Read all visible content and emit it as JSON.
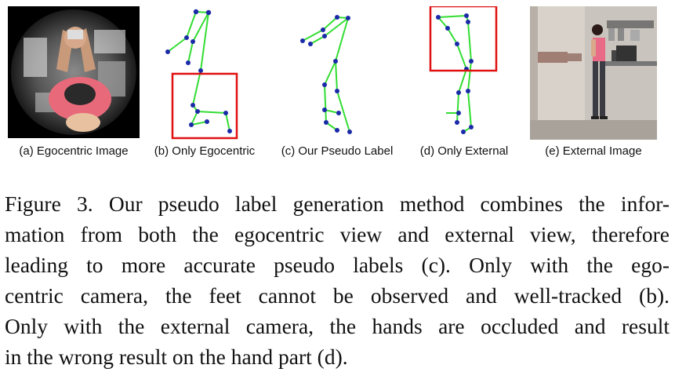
{
  "panels": [
    {
      "label": "(a) Egocentric Image"
    },
    {
      "label": "(b) Only Egocentric"
    },
    {
      "label": "(c) Our Pseudo Label"
    },
    {
      "label": "(d) Only External"
    },
    {
      "label": "(e) External Image"
    }
  ],
  "caption": {
    "lines": [
      "Figure 3. Our pseudo label generation method combines the infor-",
      "mation from both the egocentric view and external view, therefore",
      "leading to more accurate pseudo labels (c).  Only with the ego-",
      "centric camera, the feet cannot be observed and well-tracked (b).",
      "Only with the external camera, the hands are occluded and result",
      "in the wrong result on the hand part (d)."
    ]
  },
  "colors": {
    "skeleton_line": "#33dd33",
    "skeleton_joint": "#1a2aa8",
    "highlight_box": "#e01010"
  }
}
